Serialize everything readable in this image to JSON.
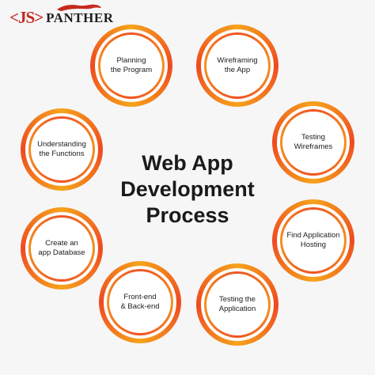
{
  "brand": {
    "mark": "<JS>",
    "name": "PANTHER"
  },
  "title": "Web App\nDevelopment\nProcess",
  "steps": [
    "Planning\nthe Program",
    "Wireframing\nthe App",
    "Testing\nWireframes",
    "Find Application\nHosting",
    "Testing the\nApplication",
    "Front-end\n& Back-end",
    "Create an\napp Database",
    "Understanding\nthe Functions"
  ],
  "colors": {
    "ring_orange": "#f6a31b",
    "ring_red": "#ee4a21",
    "logo_red": "#c62a1e"
  }
}
